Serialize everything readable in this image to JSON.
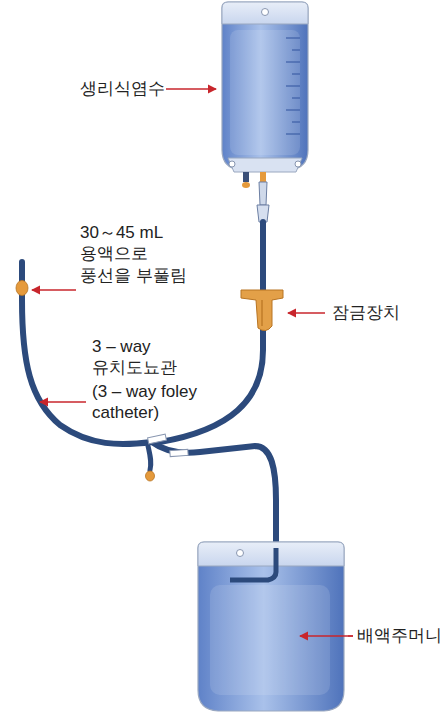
{
  "diagram": {
    "labels": [
      "생리식염수",
      "30～45 mL 용액으로 풍선을 부풀림",
      "잠금장치",
      "3 – way 유치도뇨관",
      "(3 – way foley catheter)",
      "배액주머니"
    ]
  }
}
